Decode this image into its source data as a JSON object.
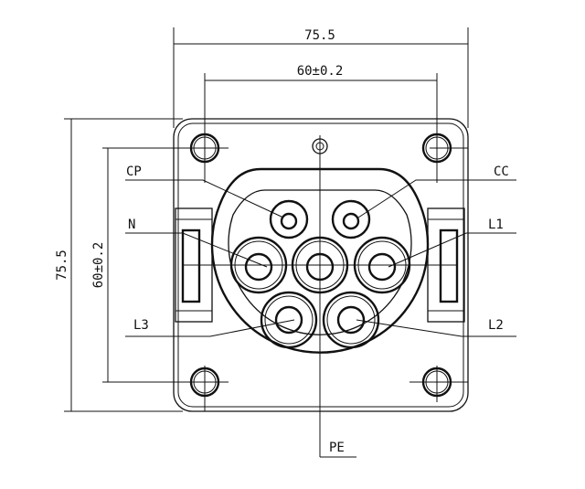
{
  "dimensions": {
    "top_outer": "75.5",
    "top_inner": "60±0.2",
    "left_outer": "75.5",
    "left_inner": "60±0.2"
  },
  "labels": {
    "cp": "CP",
    "cc": "CC",
    "n": "N",
    "l1": "L1",
    "l3": "L3",
    "l2": "L2",
    "pe": "PE"
  }
}
